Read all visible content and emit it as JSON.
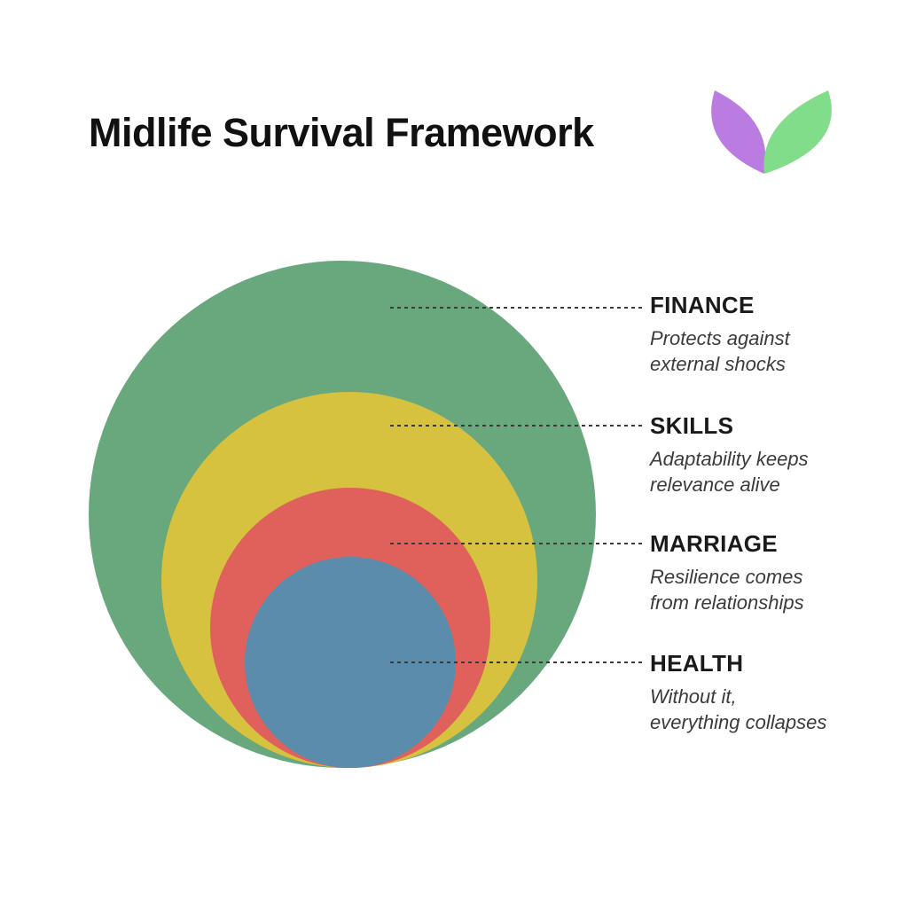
{
  "page": {
    "background_color": "#ffffff"
  },
  "header": {
    "title": "Midlife Survival Framework",
    "logo": {
      "name": "two-leaf-logo",
      "left_leaf_color": "#bb7ce2",
      "right_leaf_color": "#82dd8b"
    }
  },
  "diagram": {
    "type": "nested-circles",
    "leader_line_color": "#3a3a3a",
    "label_color": "#1a1a1a",
    "description_color": "#3b3b3b",
    "rings": [
      {
        "id": "finance",
        "label": "FINANCE",
        "description": "Protects against external shocks",
        "desc_lines": [
          "Protects against",
          "external shocks"
        ],
        "color": "#69a87d"
      },
      {
        "id": "skills",
        "label": "SKILLS",
        "description": "Adaptability keeps relevance alive",
        "desc_lines": [
          "Adaptability keeps",
          "relevance alive"
        ],
        "color": "#d6c23f"
      },
      {
        "id": "marriage",
        "label": "MARRIAGE",
        "description": "Resilience comes from relationships",
        "desc_lines": [
          "Resilience comes",
          "from relationships"
        ],
        "color": "#e0605c"
      },
      {
        "id": "health",
        "label": "HEALTH",
        "description": "Without it, everything collapses",
        "desc_lines": [
          "Without it,",
          "everything collapses"
        ],
        "color": "#5b8cab"
      }
    ]
  }
}
